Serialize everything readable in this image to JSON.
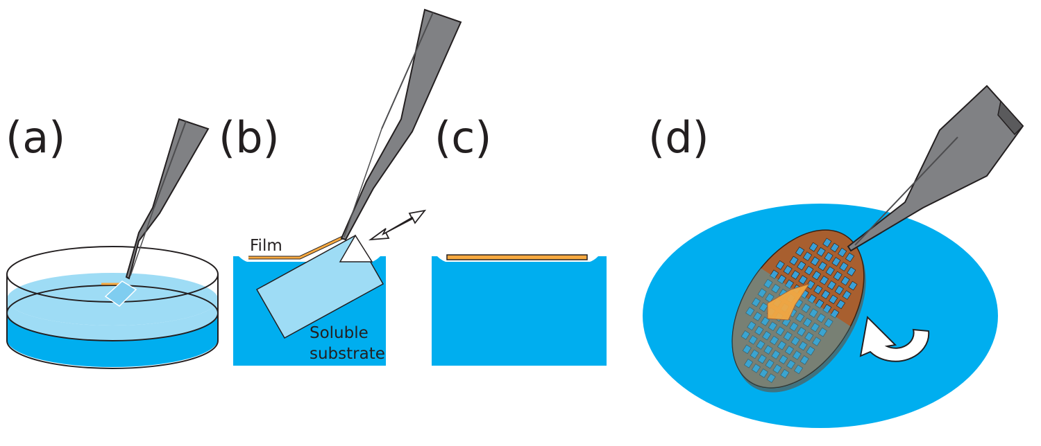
{
  "panels": {
    "a": {
      "label": "(a)"
    },
    "b": {
      "label": "(b)",
      "film_label": "Film",
      "substrate_label_line1": "Soluble",
      "substrate_label_line2": "substrate"
    },
    "c": {
      "label": "(c)"
    },
    "d": {
      "label": "(d)"
    }
  },
  "colors": {
    "water": "#00aeef",
    "water_light": "#9edcf5",
    "tweezers": "#808184",
    "tweezers_edge": "#4d4d4f",
    "film": "#f7a940",
    "grid_copper": "#a85f2f",
    "outline": "#231f20"
  }
}
